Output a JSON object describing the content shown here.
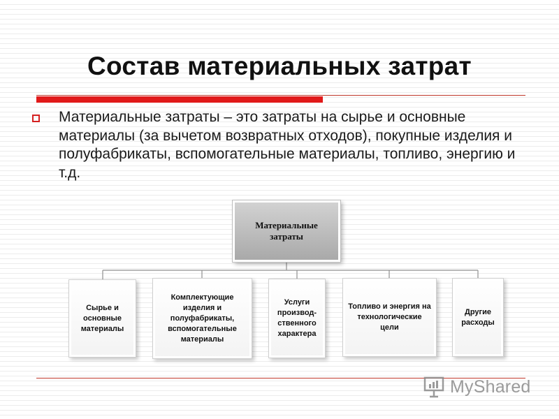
{
  "slide": {
    "title": "Состав материальных затрат",
    "body": "Материальные затраты – это затраты  на сырье  и основные материалы  (за вычетом возвратных отходов), покупные  изделия и полуфабрикаты, вспомогательные  материалы, топливо, энергию и т.д."
  },
  "diagram": {
    "root": "Материальные затраты",
    "children": [
      "Сырье и основные материалы",
      "Комплектующие изделия и полуфабрикаты, вспомогательные материалы",
      "Услуги производ-ственного характера",
      "Топливо и энергия на технологические цели",
      "Другие расходы"
    ]
  },
  "watermark": {
    "text": "MyShared",
    "icon": "presentation-board-icon"
  },
  "colors": {
    "accent": "#e11a1a",
    "root_fill": "#bcbcbc",
    "watermark": "#8a8a8a"
  }
}
